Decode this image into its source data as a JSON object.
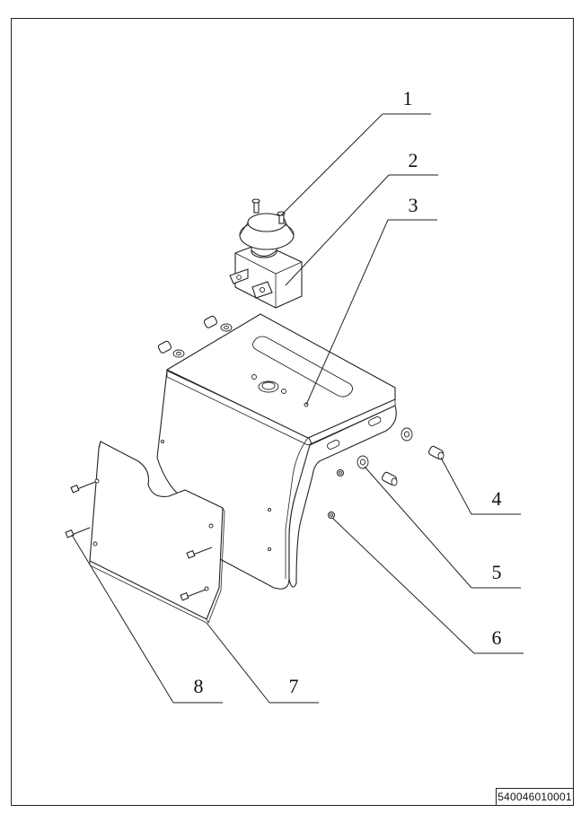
{
  "drawing": {
    "part_number": "540046010001",
    "callouts": [
      {
        "id": "callout-1",
        "label": "1"
      },
      {
        "id": "callout-2",
        "label": "2"
      },
      {
        "id": "callout-3",
        "label": "3"
      },
      {
        "id": "callout-4",
        "label": "4"
      },
      {
        "id": "callout-5",
        "label": "5"
      },
      {
        "id": "callout-6",
        "label": "6"
      },
      {
        "id": "callout-7",
        "label": "7"
      },
      {
        "id": "callout-8",
        "label": "8"
      }
    ]
  }
}
